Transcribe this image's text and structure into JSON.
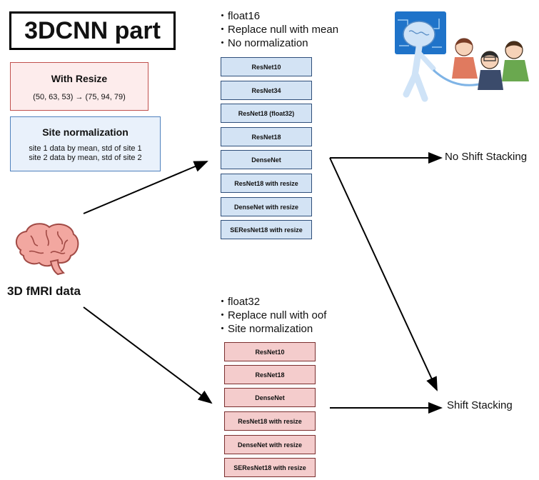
{
  "title": "3DCNN part",
  "with_resize": {
    "heading": "With Resize",
    "detail": "(50, 63, 53) → (75, 94, 79)"
  },
  "site_norm": {
    "heading": "Site normalization",
    "line1": "site 1 data by mean, std of site 1",
    "line2": "site 2 data by mean, std of site 2"
  },
  "input_label": "3D fMRI data",
  "group1": {
    "notes": [
      "・float16",
      "・Replace null with mean",
      "・No normalization"
    ],
    "models": [
      "ResNet10",
      "ResNet34",
      "ResNet18 (float32)",
      "ResNet18",
      "DenseNet",
      "ResNet18 with resize",
      "DenseNet with resize",
      "SEResNet18 with resize"
    ]
  },
  "group2": {
    "notes": [
      "・float32",
      "・Replace null with oof",
      "・Site normalization"
    ],
    "models": [
      "ResNet10",
      "ResNet18",
      "DenseNet",
      "ResNet18 with resize",
      "DenseNet with resize",
      "SEResNet18 with resize"
    ]
  },
  "outputs": {
    "no_shift": "No Shift Stacking",
    "shift": "Shift Stacking"
  },
  "colors": {
    "blue_fill": "#d3e3f4",
    "red_fill": "#f4cccc",
    "brain": "#f2a7a0"
  },
  "icons": {
    "brain": "brain-icon",
    "illustration": "robot-and-people-illustration"
  }
}
